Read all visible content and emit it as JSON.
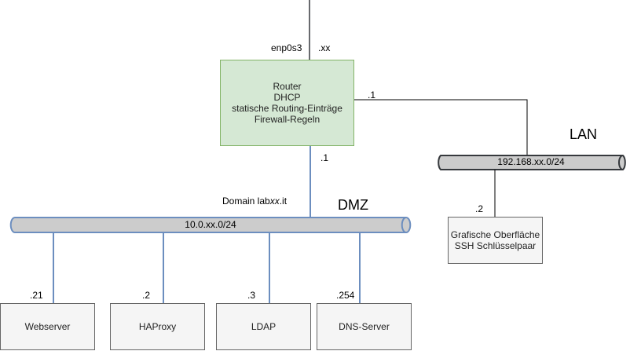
{
  "router": {
    "lines": [
      "Router",
      "DHCP",
      "statische Routing-Einträge",
      "Firewall-Regeln"
    ],
    "uplink_interface": "enp0s3",
    "uplink_address": ".xx",
    "lan_address": ".1",
    "dmz_address": ".1"
  },
  "lan": {
    "title": "LAN",
    "subnet": "192.168.xx.0/24",
    "host": {
      "address": ".2",
      "lines": [
        "Grafische Oberfläche",
        "SSH Schlüsselpaar"
      ]
    }
  },
  "dmz": {
    "title": "DMZ",
    "domain_prefix": "Domain lab",
    "domain_var": "xx",
    "domain_suffix": ".it",
    "subnet": "10.0.xx.0/24",
    "hosts": [
      {
        "name": "Webserver",
        "address": ".21"
      },
      {
        "name": "HAProxy",
        "address": ".2"
      },
      {
        "name": "LDAP",
        "address": ".3"
      },
      {
        "name": "DNS-Server",
        "address": ".254"
      }
    ]
  },
  "colors": {
    "link_blue": "#6c8ebf",
    "link_black": "#000000",
    "bus_fill": "#cccccc",
    "bus_stroke": "#36393d",
    "router_fill": "#d5e8d4",
    "router_stroke": "#82b366",
    "host_fill": "#f5f5f5",
    "host_stroke": "#666666"
  }
}
